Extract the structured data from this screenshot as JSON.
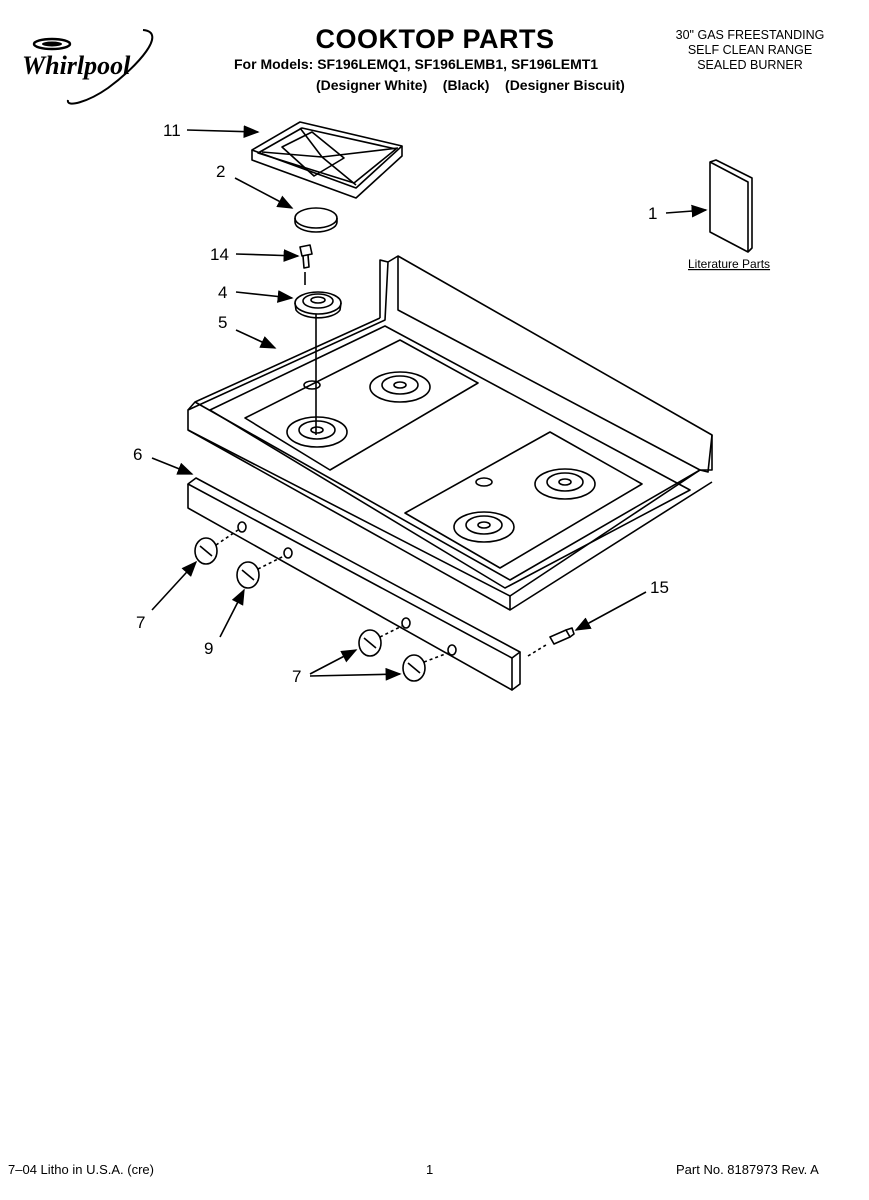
{
  "header": {
    "brand": "Whirlpool",
    "title": "COOKTOP PARTS",
    "models": "For Models: SF196LEMQ1, SF196LEMB1, SF196LEMT1",
    "variants": "(Designer White)    (Black)    (Designer Biscuit)",
    "product_lines": [
      "30\" GAS FREESTANDING",
      "SELF CLEAN RANGE",
      "SEALED BURNER"
    ]
  },
  "callouts": {
    "c11": "11",
    "c2": "2",
    "c14": "14",
    "c4": "4",
    "c5": "5",
    "c6": "6",
    "c7a": "7",
    "c9": "9",
    "c7b": "7",
    "c15": "15",
    "c1": "1"
  },
  "literature_label": "Literature Parts",
  "footer": {
    "left": "7–04 Litho in U.S.A. (cre)",
    "page": "1",
    "right": "Part No. 8187973 Rev. A"
  }
}
